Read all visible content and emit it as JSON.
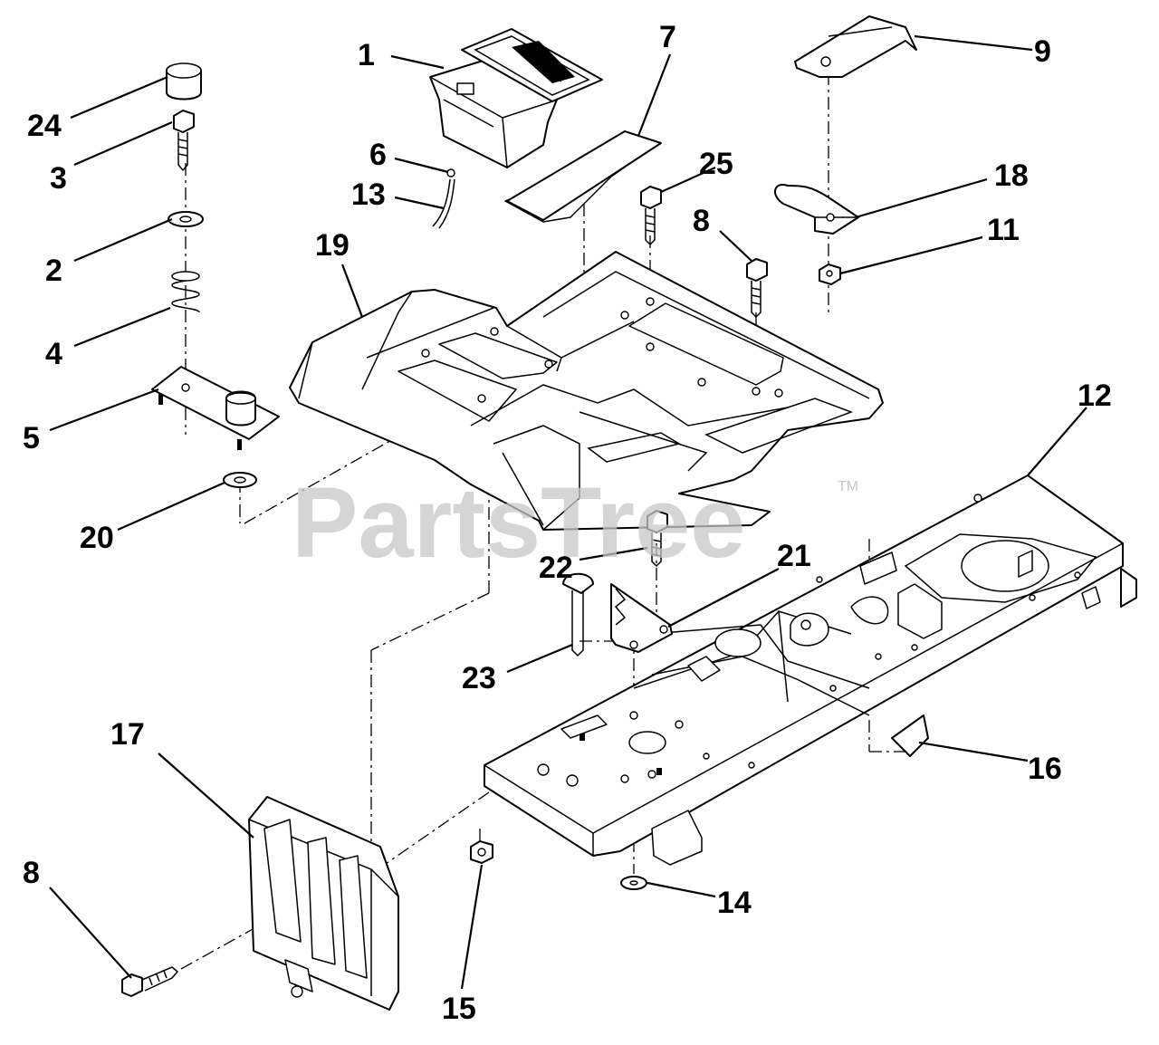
{
  "watermark": {
    "text": "PartsTree",
    "trademark": "TM"
  },
  "callouts": {
    "c1": "1",
    "c2": "2",
    "c3": "3",
    "c4": "4",
    "c5": "5",
    "c6": "6",
    "c7": "7",
    "c8a": "8",
    "c8b": "8",
    "c9": "9",
    "c11": "11",
    "c12": "12",
    "c13": "13",
    "c14": "14",
    "c15": "15",
    "c16": "16",
    "c17": "17",
    "c18": "18",
    "c19": "19",
    "c20": "20",
    "c21": "21",
    "c22": "22",
    "c23": "23",
    "c24": "24",
    "c25": "25"
  },
  "colors": {
    "line": "#000000",
    "background": "#ffffff",
    "watermark": "#c8c8c8"
  }
}
